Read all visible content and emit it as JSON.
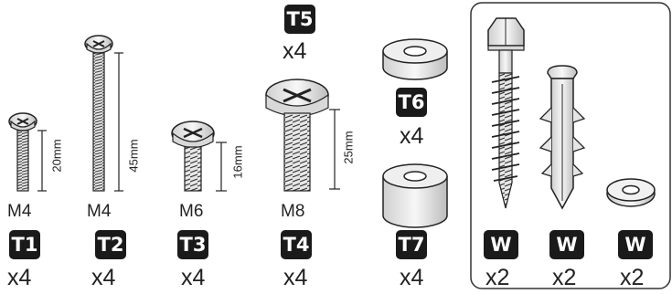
{
  "parts": [
    {
      "id": "t1",
      "size": "M4",
      "badge": "T1",
      "qty": "x4",
      "length": "20mm"
    },
    {
      "id": "t2",
      "size": "M4",
      "badge": "T2",
      "qty": "x4",
      "length": "45mm"
    },
    {
      "id": "t3",
      "size": "M6",
      "badge": "T3",
      "qty": "x4",
      "length": "16mm"
    },
    {
      "id": "t4",
      "size": "M8",
      "badge": "T4",
      "qty": "x4",
      "length": "25mm"
    },
    {
      "id": "t5",
      "badge": "T5",
      "qty": "x4"
    },
    {
      "id": "t6",
      "badge": "T6",
      "qty": "x4"
    },
    {
      "id": "t7",
      "badge": "T7",
      "qty": "x4"
    },
    {
      "id": "w1",
      "badge": "W",
      "qty": "x2"
    },
    {
      "id": "w2",
      "badge": "W",
      "qty": "x2"
    },
    {
      "id": "w3",
      "badge": "W",
      "qty": "x2"
    }
  ],
  "colors": {
    "ink": "#222222",
    "badge": "#1a1a1a",
    "metal_light": "#f2f2f2",
    "metal_mid": "#cfcfcf"
  }
}
